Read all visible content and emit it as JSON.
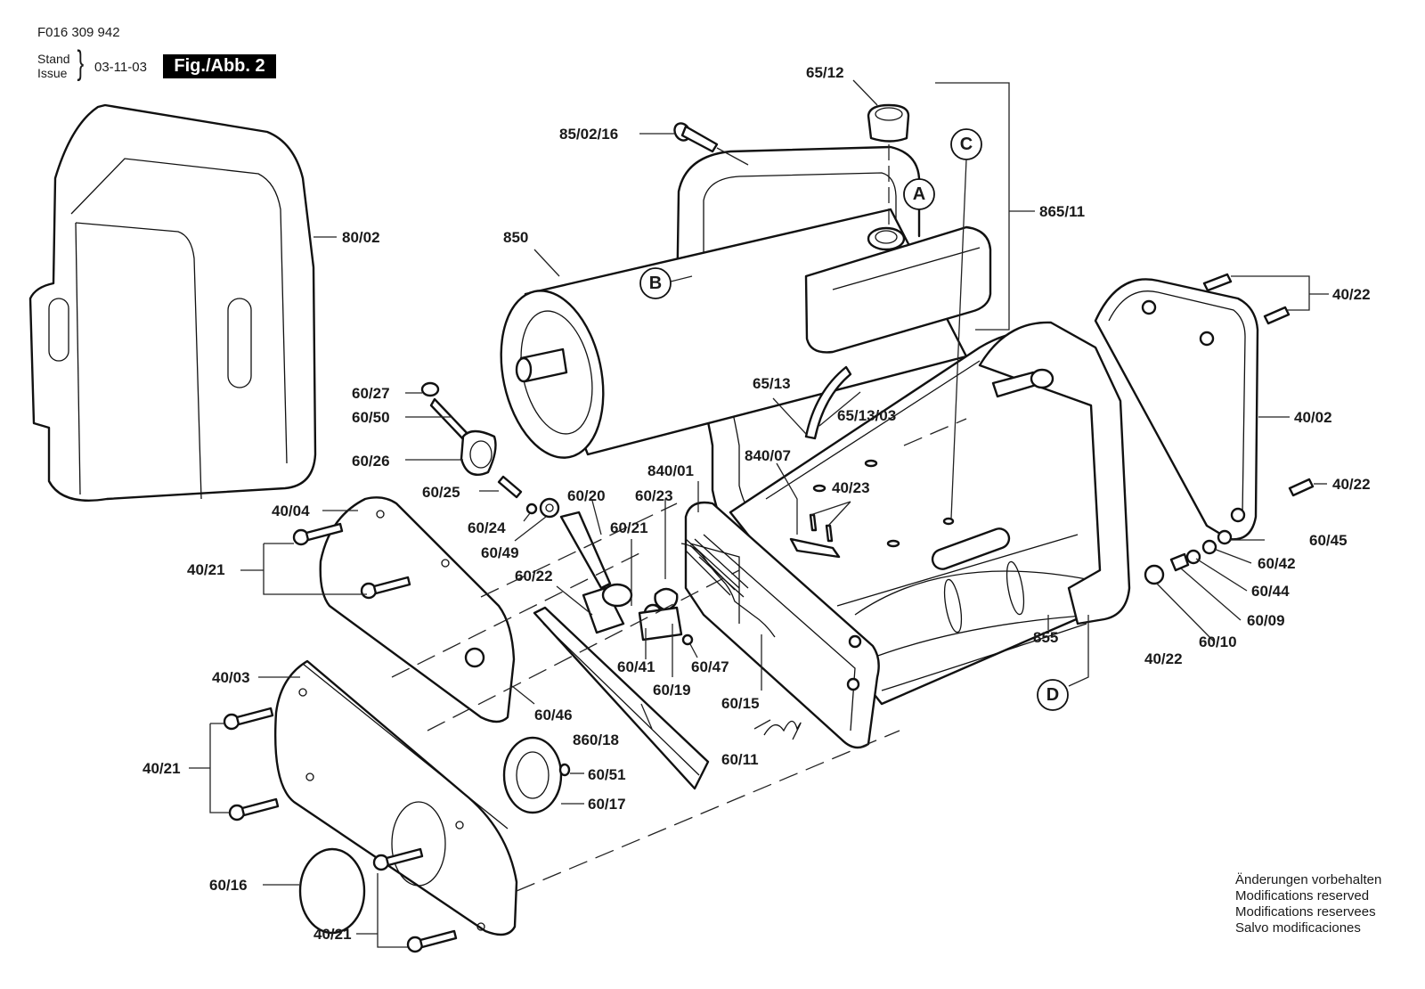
{
  "header": {
    "document_number": "F016 309 942",
    "stand_label": "Stand",
    "issue_label": "Issue",
    "date": "03-11-03",
    "figure_label": "Fig./Abb. 2"
  },
  "footer": {
    "lines": [
      "Änderungen vorbehalten",
      "Modifications reserved",
      "Modifications reservees",
      "Salvo modificaciones"
    ]
  },
  "reference_markers": [
    "A",
    "B",
    "C",
    "D"
  ],
  "part_labels": {
    "p65_12": "65/12",
    "p85_02_16": "85/02/16",
    "p865_11": "865/11",
    "p80_02": "80/02",
    "p850": "850",
    "p40_22_top": "40/22",
    "p40_22_mid": "40/22",
    "p40_22_bottom": "40/22",
    "p40_02": "40/02",
    "p60_27": "60/27",
    "p60_50": "60/50",
    "p60_26": "60/26",
    "p65_13": "65/13",
    "p65_13_03": "65/13/03",
    "p60_25": "60/25",
    "p60_20": "60/20",
    "p60_23": "60/23",
    "p840_01": "840/01",
    "p840_07": "840/07",
    "p40_23": "40/23",
    "p40_04": "40/04",
    "p60_24": "60/24",
    "p60_21": "60/21",
    "p60_49": "60/49",
    "p60_22": "60/22",
    "p40_21_a": "40/21",
    "p60_45": "60/45",
    "p60_42": "60/42",
    "p60_44": "60/44",
    "p60_09": "60/09",
    "p60_10": "60/10",
    "p855": "855",
    "p60_41": "60/41",
    "p60_47": "60/47",
    "p60_19": "60/19",
    "p40_03": "40/03",
    "p60_46": "60/46",
    "p60_15": "60/15",
    "p860_18": "860/18",
    "p60_11": "60/11",
    "p40_21_b": "40/21",
    "p60_51": "60/51",
    "p60_17": "60/17",
    "p60_16": "60/16",
    "p40_21_c": "40/21"
  }
}
